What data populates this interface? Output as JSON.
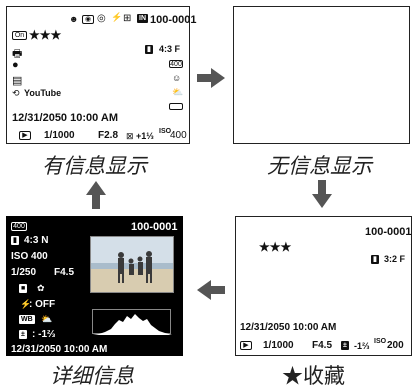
{
  "panel_top_left": {
    "frame_number": "100-0001",
    "rating": "★★★",
    "youtube_label": "YouTube",
    "size_label": "4:3 F",
    "datetime": "12/31/2050  10:00 AM",
    "shutter": "1/1000",
    "aperture": "F2.8",
    "exposure": "+1⅓",
    "iso": "400",
    "protect_label": "On"
  },
  "panel_top_right": {},
  "panel_bottom_right": {
    "frame_number": "100-0001",
    "rating": "★★★",
    "size_label": "3:2 F",
    "datetime": "12/31/2050     10:00 AM",
    "shutter": "1/1000",
    "aperture": "F4.5",
    "exposure": "-1⅔",
    "iso": "200"
  },
  "panel_bottom_left": {
    "badge": "400",
    "frame_number": "100-0001",
    "size_label": "4:3 N",
    "iso": "ISO 400",
    "shutter": "1/250",
    "aperture": "F4.5",
    "flash": ": OFF",
    "exposure": ": -1⅔",
    "datetime": "12/31/2050    10:00 AM"
  },
  "captions": {
    "top_left": "有信息显示",
    "top_right": "无信息显示",
    "bottom_left": "详细信息",
    "bottom_right": "★收藏"
  }
}
